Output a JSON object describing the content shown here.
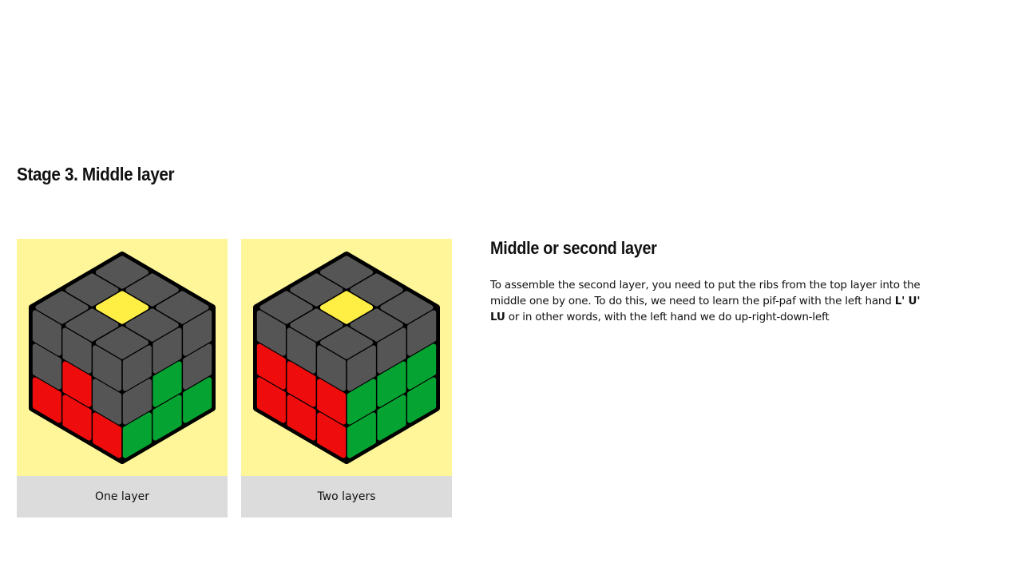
{
  "stage_title": "Stage 3. Middle layer",
  "cards": [
    {
      "caption": "One layer"
    },
    {
      "caption": "Two layers"
    }
  ],
  "section": {
    "title": "Middle or second layer",
    "text_before": "To assemble the second layer, you need to put the ribs from the top layer into the middle one by one. To do this, we need to learn the pif-paf with the left hand ",
    "formula": "L' U' LU",
    "text_after": " or in other words, with the left hand we do up-right-down-left"
  },
  "colors": {
    "card_background": "#fef698",
    "caption_background": "#dcdcdc",
    "cube_gray": "#555555",
    "cube_yellow": "#ffee44",
    "cube_red": "#ee0c0c",
    "cube_green": "#05a332",
    "cube_body": "#000000"
  },
  "cubes": {
    "one_layer": {
      "left_face": [
        [
          "gray",
          "gray",
          "gray"
        ],
        [
          "gray",
          "red",
          "gray"
        ],
        [
          "red",
          "red",
          "red"
        ]
      ],
      "right_face": [
        [
          "gray",
          "gray",
          "gray"
        ],
        [
          "gray",
          "green",
          "gray"
        ],
        [
          "green",
          "green",
          "green"
        ]
      ]
    },
    "two_layers": {
      "left_face": [
        [
          "gray",
          "gray",
          "gray"
        ],
        [
          "red",
          "red",
          "red"
        ],
        [
          "red",
          "red",
          "red"
        ]
      ],
      "right_face": [
        [
          "gray",
          "gray",
          "gray"
        ],
        [
          "green",
          "green",
          "green"
        ],
        [
          "green",
          "green",
          "green"
        ]
      ]
    }
  }
}
